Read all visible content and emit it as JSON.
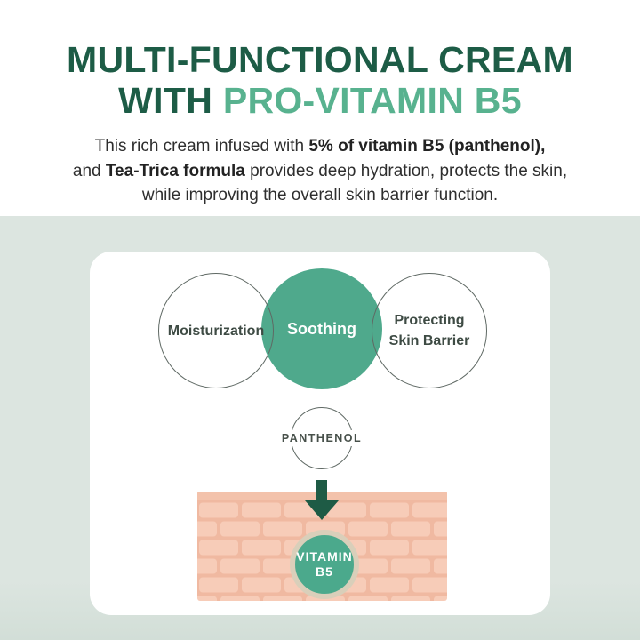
{
  "header": {
    "title_line1": "MULTI-FUNCTIONAL CREAM",
    "title_line2_prefix": "WITH ",
    "title_line2_highlight": "PRO-VITAMIN B5"
  },
  "description": {
    "line1_normal": "This rich cream infused with ",
    "line1_bold": "5% of vitamin B5 (panthenol),",
    "line2_normal_a": "and ",
    "line2_bold": "Tea-Trica formula",
    "line2_normal_b": " provides deep hydration, protects the skin,",
    "line3": "while improving the overall skin barrier function."
  },
  "diagram": {
    "benefit_left": "Moisturization",
    "benefit_center": "Soothing",
    "benefit_right_line1": "Protecting",
    "benefit_right_line2": "Skin Barrier",
    "ingredient_label": "PANTHENOL",
    "result_line1": "VITAMIN",
    "result_line2": "B5"
  },
  "colors": {
    "title_dark_green": "#1d5c46",
    "title_accent_green": "#58b28f",
    "benefit_fill_green": "#4fa98c",
    "arrow_green": "#1e5b45",
    "page_bottom_background": "#dce5e0",
    "brick": "#f7ccb8",
    "mortar": "#f0b9a1",
    "result_ring": "#d9cfba"
  }
}
